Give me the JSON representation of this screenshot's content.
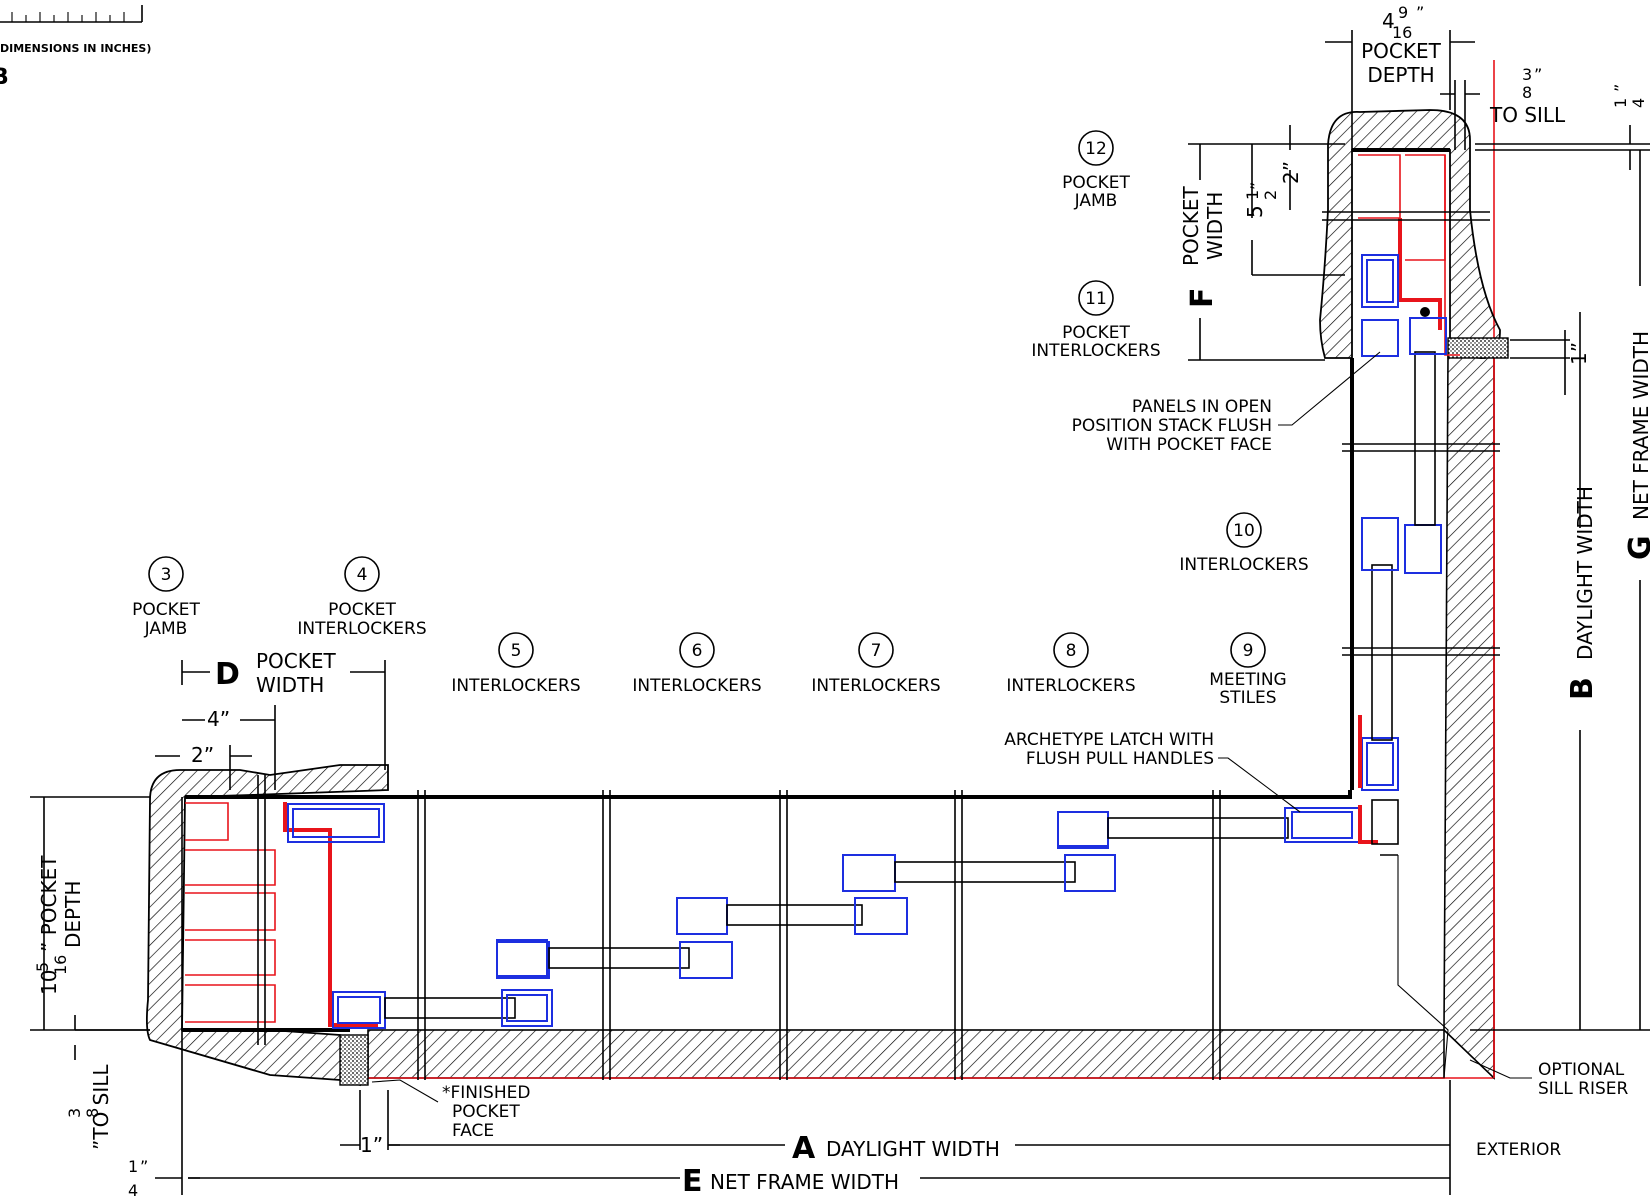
{
  "scale_note": "DIMENSIONS IN INCHES)",
  "sheet_letter": "B",
  "callouts": [
    {
      "num": "3",
      "label1": "POCKET",
      "label2": "JAMB"
    },
    {
      "num": "4",
      "label1": "POCKET",
      "label2": "INTERLOCKERS"
    },
    {
      "num": "5",
      "label1": "INTERLOCKERS",
      "label2": ""
    },
    {
      "num": "6",
      "label1": "INTERLOCKERS",
      "label2": ""
    },
    {
      "num": "7",
      "label1": "INTERLOCKERS",
      "label2": ""
    },
    {
      "num": "8",
      "label1": "INTERLOCKERS",
      "label2": ""
    },
    {
      "num": "9",
      "label1": "MEETING",
      "label2": "STILES"
    },
    {
      "num": "10",
      "label1": "INTERLOCKERS",
      "label2": ""
    },
    {
      "num": "11",
      "label1": "POCKET",
      "label2": "INTERLOCKERS"
    },
    {
      "num": "12",
      "label1": "POCKET",
      "label2": "JAMB"
    }
  ],
  "dims": {
    "D_letter": "D",
    "D_label1": "POCKET",
    "D_label2": "WIDTH",
    "four_in": "4”",
    "two_in": "2”",
    "left_depth_whole": "10",
    "left_depth_num": "5",
    "left_depth_den": "16",
    "left_depth_label1": "” POCKET",
    "left_depth_label2": "DEPTH",
    "left_sill_num": "3",
    "left_sill_den": "8",
    "left_sill_label": "”TO SILL",
    "quarter": "1",
    "quarter_den": "4",
    "quarter_mark": "”",
    "one_in": "1”",
    "A_letter": "A",
    "A_label": "DAYLIGHT  WIDTH",
    "E_letter": "E",
    "E_label": "NET  FRAME  WIDTH",
    "top_depth_whole": "4",
    "top_depth_num": "9",
    "top_depth_den": "16",
    "top_depth_mark": "”",
    "top_depth_label1": "POCKET",
    "top_depth_label2": "DEPTH",
    "top_sill_num": "3",
    "top_sill_den": "8",
    "top_sill_mark": "”",
    "top_sill_label": "TO  SILL",
    "F_letter": "F",
    "F_label1": "POCKET",
    "F_label2": "WIDTH",
    "five_half_whole": "5",
    "five_half_num": "1",
    "five_half_den": "2",
    "five_half_mark": "”",
    "right_two": "2”",
    "right_one": "1”",
    "right_quarter_num": "1",
    "right_quarter_den": "4",
    "right_quarter_mark": "”",
    "B_letter": "B",
    "B_label": "DAYLIGHT  WIDTH",
    "G_letter": "G",
    "G_label": "NET  FRAME  WIDTH"
  },
  "notes": {
    "panels_1": "PANELS  IN  OPEN",
    "panels_2": "POSITION  STACK  FLUSH",
    "panels_3": "WITH  POCKET  FACE",
    "latch_1": "ARCHETYPE  LATCH  WITH",
    "latch_2": "FLUSH  PULL  HANDLES",
    "finished_1": "*FINISHED",
    "finished_2": "POCKET",
    "finished_3": "FACE",
    "riser_1": "OPTIONAL",
    "riser_2": "SILL  RISER",
    "exterior": "EXTERIOR"
  },
  "colors": {
    "line": "#000000",
    "frame_red": "#e8141b",
    "panel_blue": "#1d2fe0"
  }
}
